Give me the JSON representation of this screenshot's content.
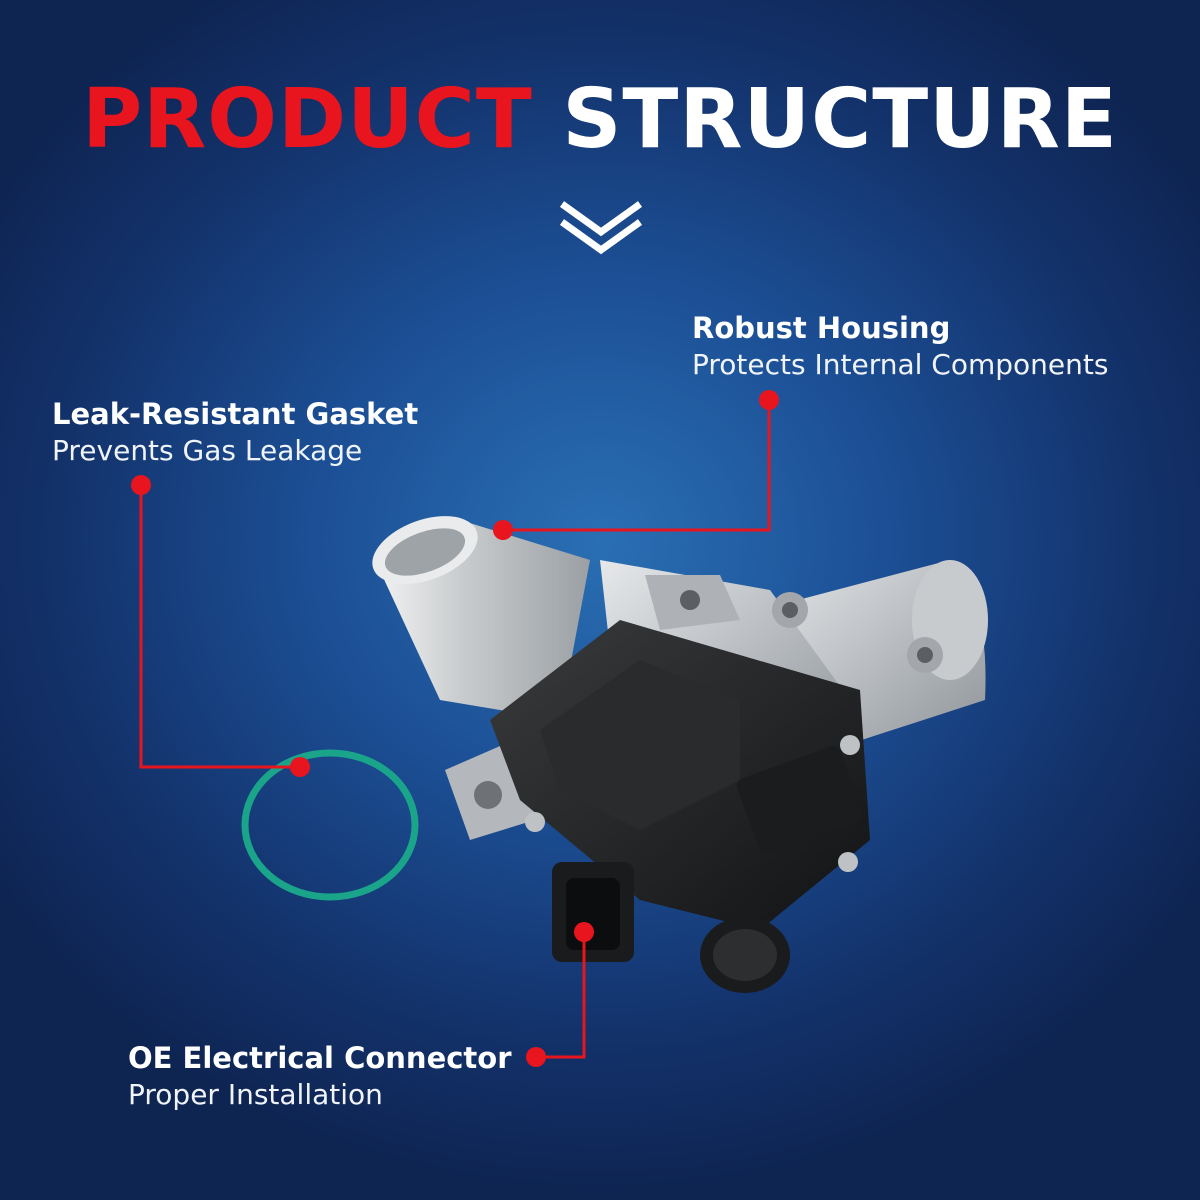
{
  "title": {
    "part1": "PRODUCT",
    "part2": "STRUCTURE"
  },
  "icons": {
    "scroll": "double-chevron-down-icon"
  },
  "colors": {
    "accent": "#e8141e",
    "gasket": "#1aa58a",
    "background": "#1c4f95"
  },
  "callouts": [
    {
      "heading": "Robust Housing",
      "sub": "Protects Internal Components"
    },
    {
      "heading": "Leak-Resistant Gasket",
      "sub": "Prevents Gas Leakage"
    },
    {
      "heading": "OE Electrical Connector",
      "sub": "Proper Installation"
    }
  ]
}
